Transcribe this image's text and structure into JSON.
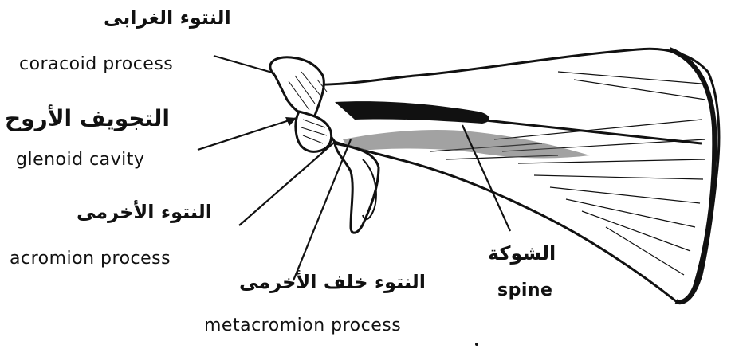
{
  "figure": {
    "ink_color": "#111111",
    "background": "#ffffff"
  },
  "labels": {
    "coracoid": {
      "arabic": "النتوء الغرابى",
      "english": "coracoid process"
    },
    "glenoid": {
      "arabic": "التجويف الأروح",
      "english": "glenoid cavity"
    },
    "acromion": {
      "arabic": "النتوء الأخرمى",
      "english": "acromion process"
    },
    "metacromion": {
      "arabic": "النتوء خلف الأخرمى",
      "english": "metacromion process"
    },
    "spine": {
      "arabic": "الشوكة",
      "english": "spine"
    }
  }
}
